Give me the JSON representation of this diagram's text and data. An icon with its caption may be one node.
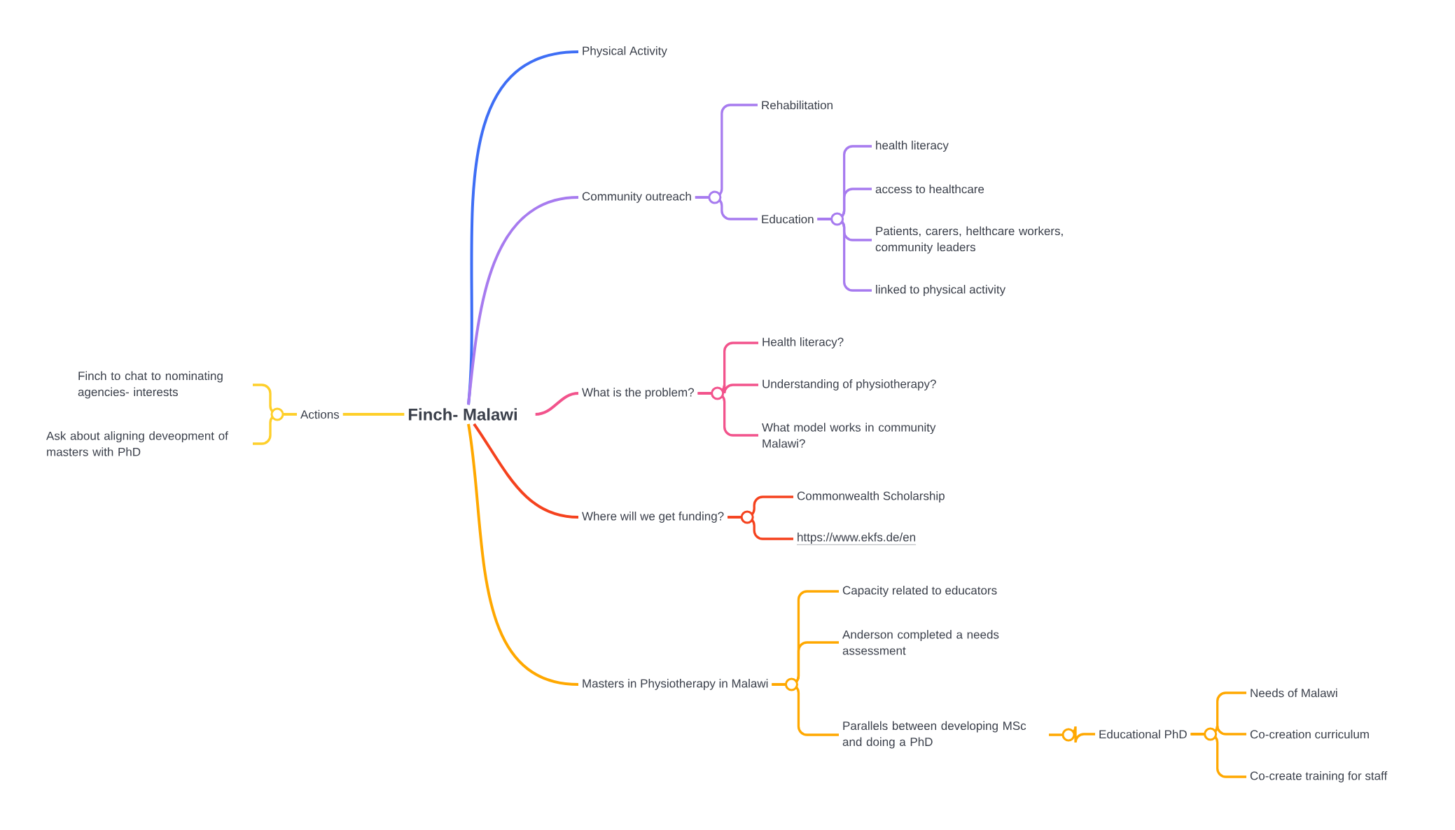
{
  "diagram": {
    "nodes": [
      {
        "text": [
          "Finch- Malawi"
        ]
      },
      {
        "text": [
          "Physical Activity"
        ]
      },
      {
        "text": [
          "Community outreach"
        ]
      },
      {
        "text": [
          "Rehabilitation"
        ]
      },
      {
        "text": [
          "Education"
        ]
      },
      {
        "text": [
          "health literacy"
        ]
      },
      {
        "text": [
          "access to healthcare"
        ]
      },
      {
        "text": [
          "Patients, carers, helthcare workers, community leaders"
        ]
      },
      {
        "text": [
          "linked to physical activity"
        ]
      },
      {
        "text": [
          "What is the problem?"
        ]
      },
      {
        "text": [
          "Health literacy?"
        ]
      },
      {
        "text": [
          "Understanding of physiotherapy?"
        ]
      },
      {
        "text": [
          "What model works in community Malawi?"
        ]
      },
      {
        "text": [
          "Where will we get funding?"
        ]
      },
      {
        "text": [
          "Commonwealth Scholarship"
        ]
      },
      {
        "text": [
          "https://www.ekfs.de/en"
        ]
      },
      {
        "text": [
          "Masters in Physiotherapy in Malawi"
        ]
      },
      {
        "text": [
          "Capacity related to educators"
        ]
      },
      {
        "text": [
          "Anderson completed a needs assessment"
        ]
      },
      {
        "text": [
          "Parallels between developing MSc and doing a PhD"
        ]
      },
      {
        "text": [
          "Educational PhD"
        ]
      },
      {
        "text": [
          "Needs of Malawi"
        ]
      },
      {
        "text": [
          "Co-creation curriculum"
        ]
      },
      {
        "text": [
          "Co-create training for staff"
        ]
      },
      {
        "text": [
          "Actions"
        ]
      },
      {
        "text": [
          "Finch to chat to nominating agencies- interests"
        ]
      },
      {
        "text": [
          "Ask about aligning deveopment of masters with PhD"
        ]
      }
    ],
    "edges": [
      {
        "from": 0,
        "to": 1,
        "arrow": "none",
        "color": "#3e6ef5"
      },
      {
        "from": 0,
        "to": 2,
        "arrow": "none",
        "color": "#a77bef"
      },
      {
        "from": 2,
        "to": 3,
        "arrow": "none",
        "color": "#a77bef"
      },
      {
        "from": 2,
        "to": 4,
        "arrow": "none",
        "color": "#a77bef"
      },
      {
        "from": 4,
        "to": 5,
        "arrow": "none",
        "color": "#a77bef"
      },
      {
        "from": 4,
        "to": 6,
        "arrow": "none",
        "color": "#a77bef"
      },
      {
        "from": 4,
        "to": 7,
        "arrow": "none",
        "color": "#a77bef"
      },
      {
        "from": 4,
        "to": 8,
        "arrow": "none",
        "color": "#a77bef"
      },
      {
        "from": 0,
        "to": 9,
        "arrow": "none",
        "color": "#f2538c"
      },
      {
        "from": 9,
        "to": 10,
        "arrow": "none",
        "color": "#f2538c"
      },
      {
        "from": 9,
        "to": 11,
        "arrow": "none",
        "color": "#f2538c"
      },
      {
        "from": 9,
        "to": 12,
        "arrow": "none",
        "color": "#f2538c"
      },
      {
        "from": 0,
        "to": 13,
        "arrow": "none",
        "color": "#f5421e"
      },
      {
        "from": 13,
        "to": 14,
        "arrow": "none",
        "color": "#f5421e"
      },
      {
        "from": 13,
        "to": 15,
        "arrow": "none",
        "color": "#f5421e"
      },
      {
        "from": 0,
        "to": 16,
        "arrow": "none",
        "color": "#ffa800"
      },
      {
        "from": 16,
        "to": 17,
        "arrow": "none",
        "color": "#ffa800"
      },
      {
        "from": 16,
        "to": 18,
        "arrow": "none",
        "color": "#ffa800"
      },
      {
        "from": 16,
        "to": 19,
        "arrow": "none",
        "color": "#ffa800"
      },
      {
        "from": 19,
        "to": 20,
        "arrow": "none",
        "color": "#ffa800"
      },
      {
        "from": 20,
        "to": 21,
        "arrow": "none",
        "color": "#ffa800"
      },
      {
        "from": 20,
        "to": 22,
        "arrow": "none",
        "color": "#ffa800"
      },
      {
        "from": 20,
        "to": 23,
        "arrow": "none",
        "color": "#ffa800"
      },
      {
        "from": 0,
        "to": 24,
        "arrow": "none",
        "color": "#fecf2a"
      },
      {
        "from": 24,
        "to": 25,
        "arrow": "none",
        "color": "#fecf2a"
      },
      {
        "from": 24,
        "to": 26,
        "arrow": "none",
        "color": "#fecf2a"
      }
    ]
  }
}
